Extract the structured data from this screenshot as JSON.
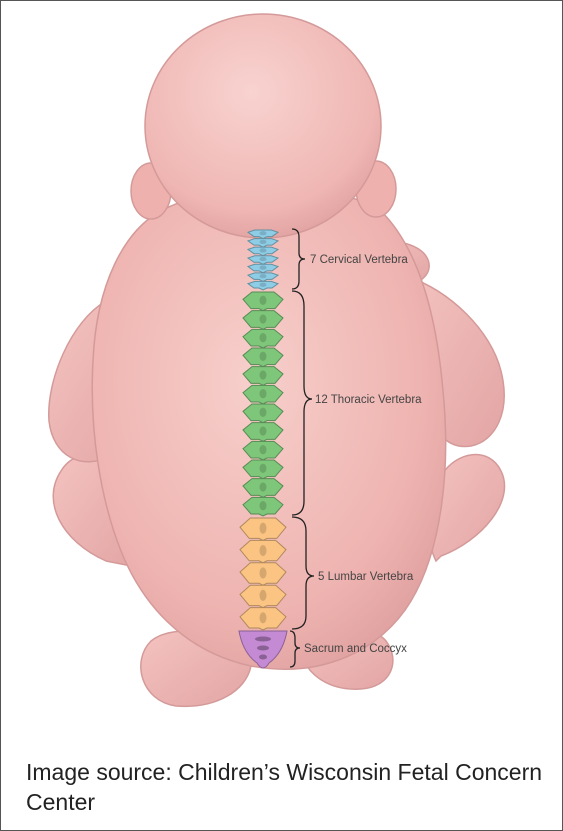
{
  "diagram": {
    "sections": [
      {
        "id": "cervical",
        "label": "7 Cervical Vertebra",
        "count": 7,
        "color": "#8ecde6"
      },
      {
        "id": "thoracic",
        "label": "12 Thoracic Vertebra",
        "count": 12,
        "color": "#7ec679"
      },
      {
        "id": "lumbar",
        "label": "5 Lumbar Vertebra",
        "count": 5,
        "color": "#fbc483"
      },
      {
        "id": "sacrum",
        "label": "Sacrum and Coccyx",
        "count": 1,
        "color": "#c48ad4"
      }
    ],
    "skin_color": "#f0b8b5"
  },
  "caption": {
    "text": "Image source: Children’s Wisconsin Fetal Concern Center"
  }
}
